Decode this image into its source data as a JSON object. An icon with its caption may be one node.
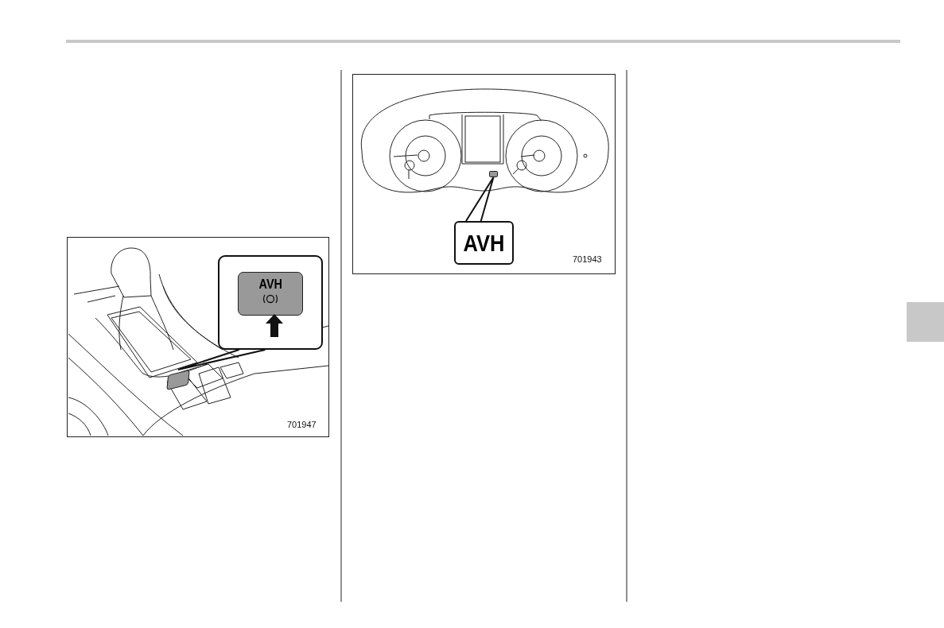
{
  "diagram": {
    "nodes": [
      {
        "text": [],
        "shape": "box"
      },
      {
        "text": [
          "AVH"
        ],
        "in": 0
      },
      {
        "text": [],
        "shape": "box"
      },
      {
        "text": [
          "AVH"
        ]
      },
      {
        "text": [],
        "shape": "box"
      }
    ],
    "edges": [
      {
        "from": 0,
        "to": 2,
        "arrow": "none"
      },
      {
        "from": 3,
        "to": 4,
        "arrow": "none"
      }
    ],
    "labels": [
      "701947",
      "701943"
    ]
  }
}
